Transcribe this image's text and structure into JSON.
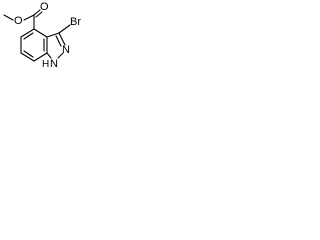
{
  "atoms": {
    "ether_oxygen": "O",
    "carbonyl_oxygen": "O",
    "bromine": "Br",
    "ring_nitrogen": "N",
    "ring_nh": "N",
    "nh_hydrogen": "H"
  },
  "colors": {
    "bond": "#000000",
    "label": "#000000",
    "background": "#ffffff"
  }
}
